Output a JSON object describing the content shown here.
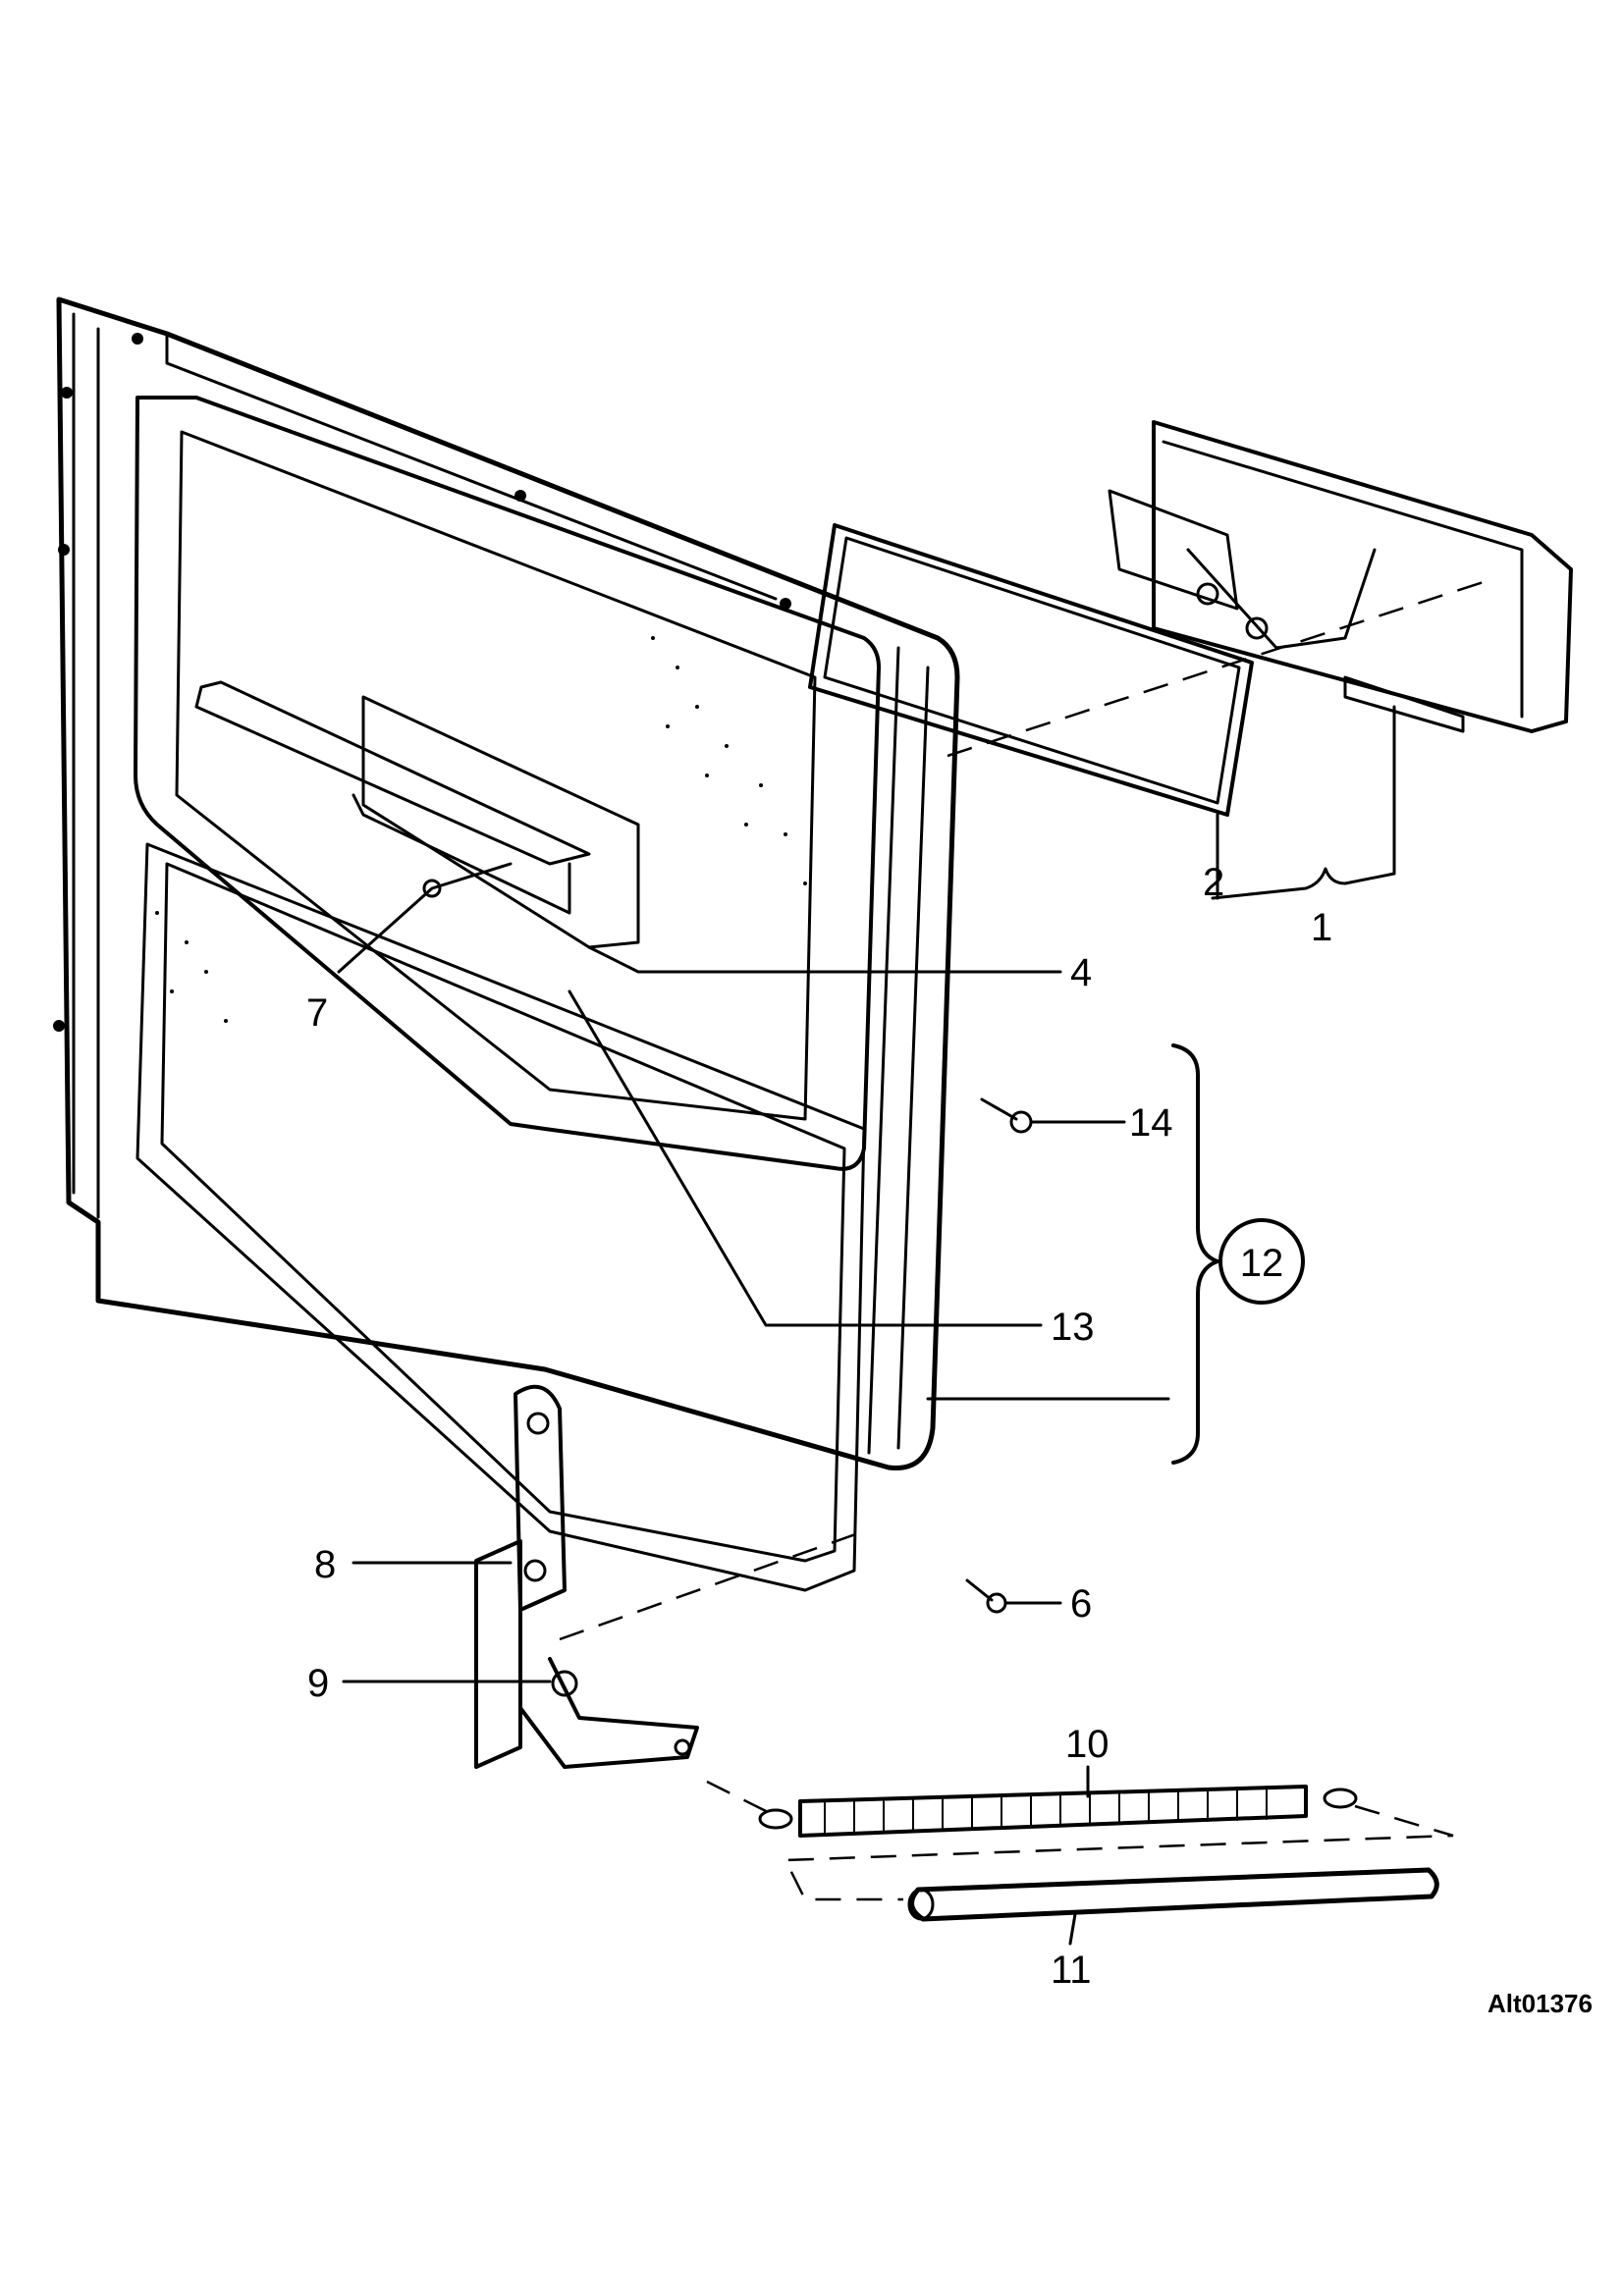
{
  "diagram": {
    "reference_code": "Alt01376",
    "callouts": [
      {
        "id": "1",
        "label": "1"
      },
      {
        "id": "2",
        "label": "2"
      },
      {
        "id": "4",
        "label": "4"
      },
      {
        "id": "6",
        "label": "6"
      },
      {
        "id": "7",
        "label": "7"
      },
      {
        "id": "8",
        "label": "8"
      },
      {
        "id": "9",
        "label": "9"
      },
      {
        "id": "10",
        "label": "10"
      },
      {
        "id": "11",
        "label": "11"
      },
      {
        "id": "12",
        "label": "12"
      },
      {
        "id": "13",
        "label": "13"
      },
      {
        "id": "14",
        "label": "14"
      }
    ]
  }
}
